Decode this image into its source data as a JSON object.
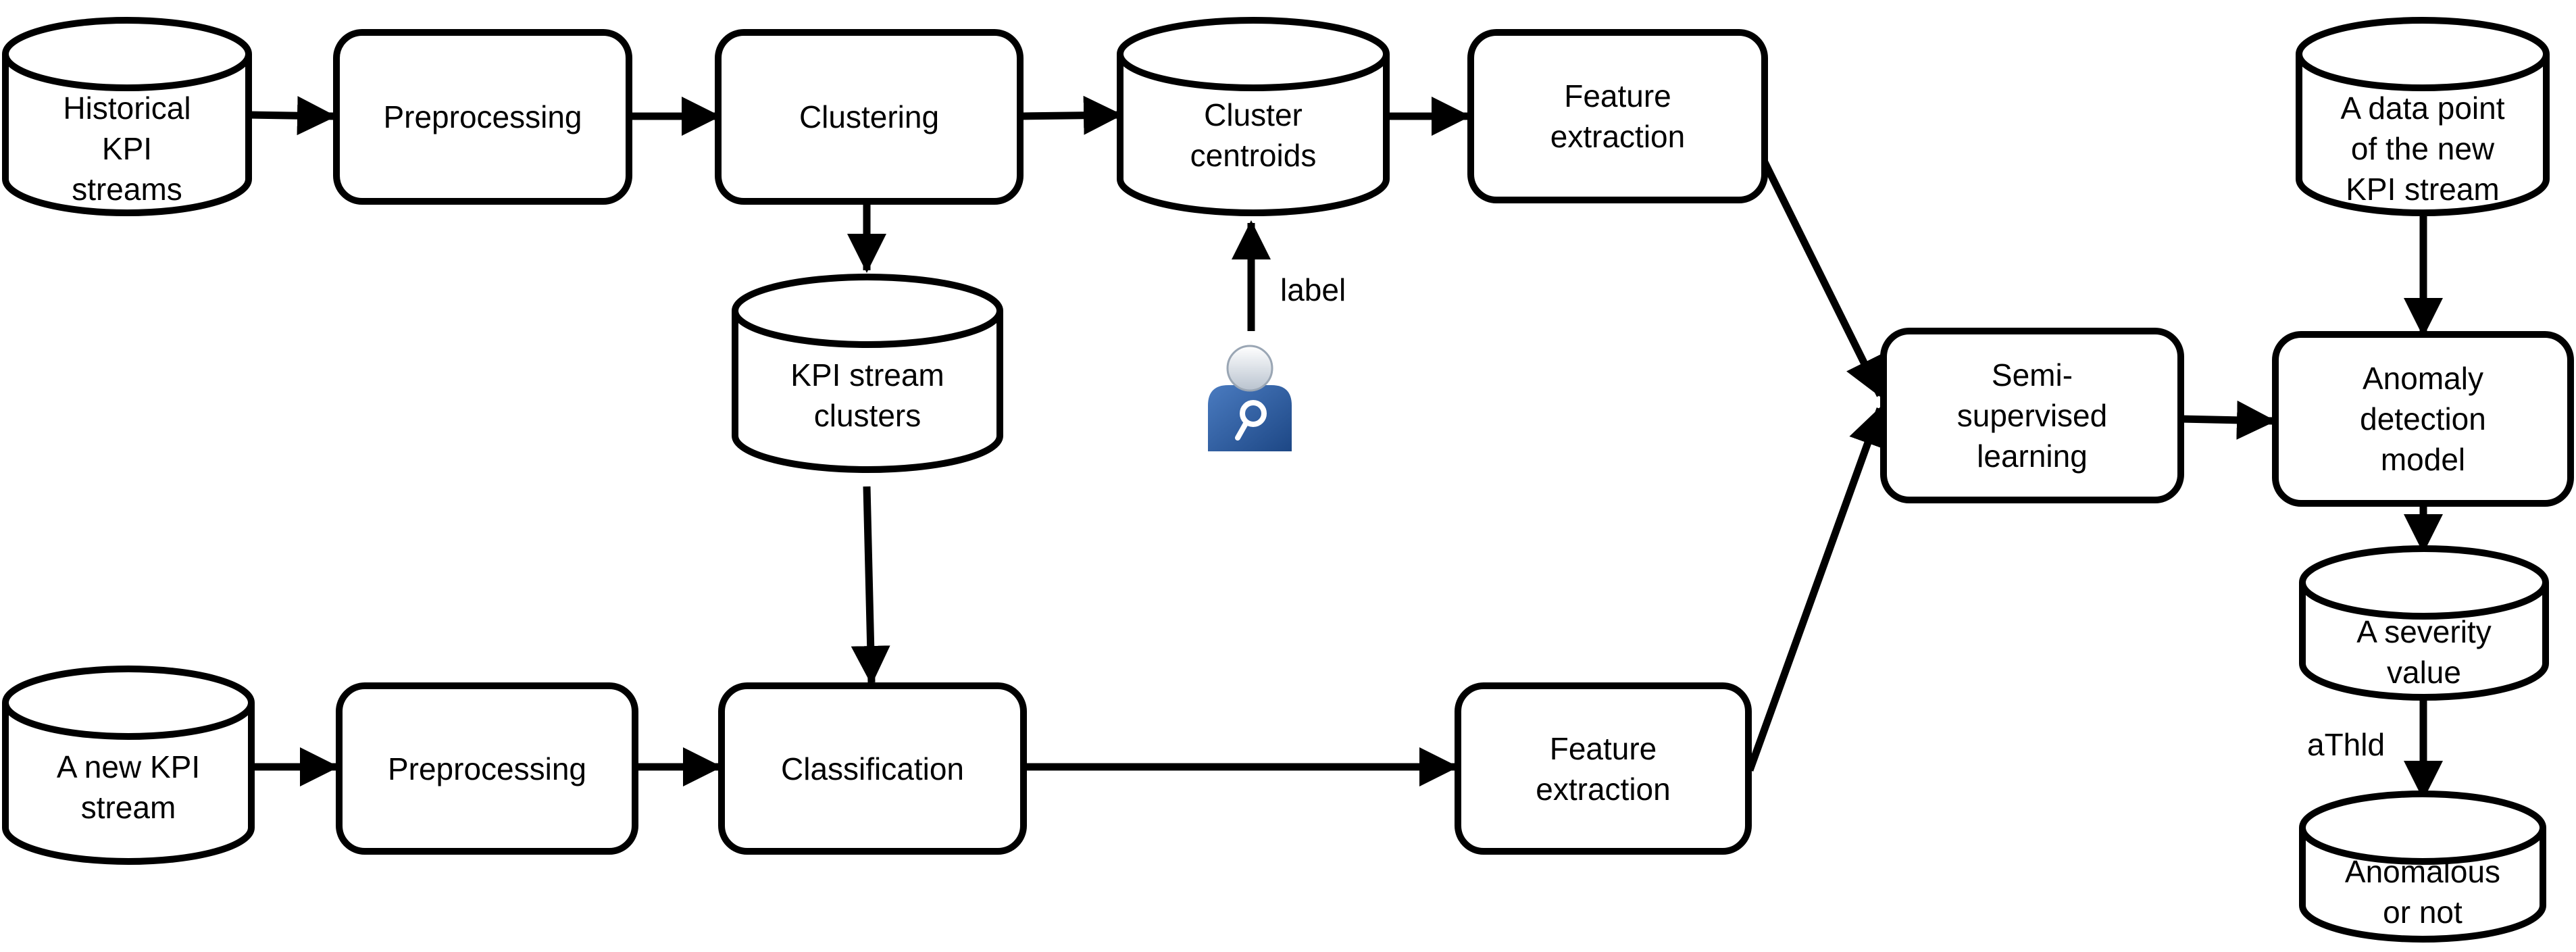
{
  "nodes": {
    "historical_kpi_streams": "Historical\nKPI\nstreams",
    "preprocessing_top": "Preprocessing",
    "clustering": "Clustering",
    "cluster_centroids": "Cluster\ncentroids",
    "feature_extraction_top": "Feature\nextraction",
    "kpi_stream_clusters": "KPI stream\nclusters",
    "new_kpi_stream": "A new KPI\nstream",
    "preprocessing_bottom": "Preprocessing",
    "classification": "Classification",
    "feature_extraction_bottom": "Feature\nextraction",
    "semi_supervised_learning": "Semi-\nsupervised\nlearning",
    "new_data_point": "A data point\nof the new\nKPI stream",
    "anomaly_detection_model": "Anomaly\ndetection\nmodel",
    "severity_value": "A severity\nvalue",
    "anomalous_or_not": "Anomalous\nor not"
  },
  "edge_labels": {
    "label": "label",
    "athld": "aThld"
  },
  "colors": {
    "stroke": "#000000",
    "fill": "#ffffff",
    "operator_blue": "#2d5fa3"
  },
  "icons": {
    "operator": "person-magnifier-icon"
  }
}
